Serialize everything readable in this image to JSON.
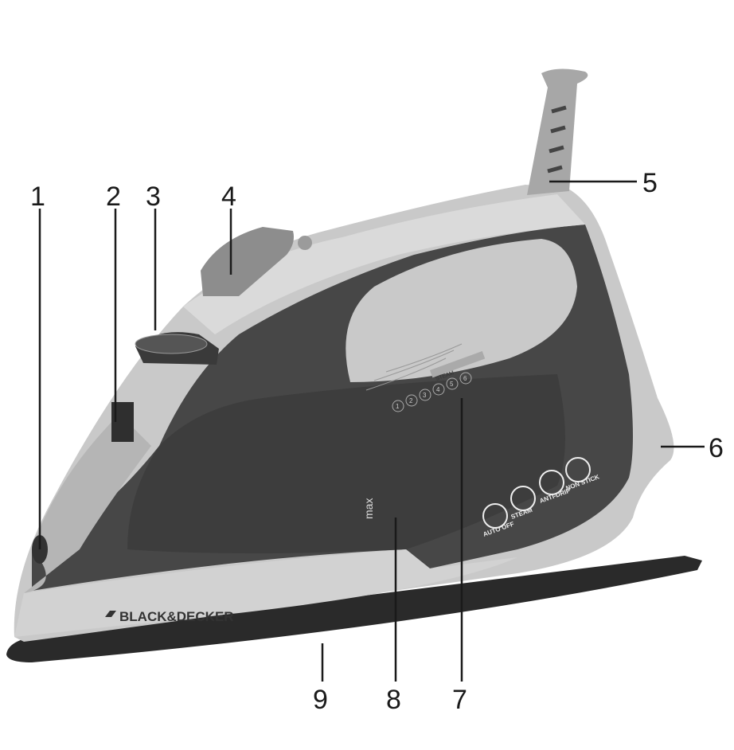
{
  "brand": "BLACK&DECKER",
  "water_marking": "max",
  "feature_icons": [
    {
      "icon": "auto-off-icon",
      "label": "AUTO OFF"
    },
    {
      "icon": "steam-icon",
      "label": "STEAM"
    },
    {
      "icon": "anti-drip-icon",
      "label": "ANTI-DRIP"
    },
    {
      "icon": "non-stick-icon",
      "label": "NON STICK"
    }
  ],
  "dial_settings": [
    "1",
    "2",
    "3",
    "4",
    "5",
    "6"
  ],
  "steam_marking": "STEAM",
  "callouts": [
    "1",
    "2",
    "3",
    "4",
    "5",
    "6",
    "7",
    "8",
    "9"
  ],
  "colors": {
    "body_light": "#c8c8c8",
    "housing_dark": "#4a4a4a",
    "soleplate": "#2a2a2a",
    "trim": "#9a9a9a"
  }
}
